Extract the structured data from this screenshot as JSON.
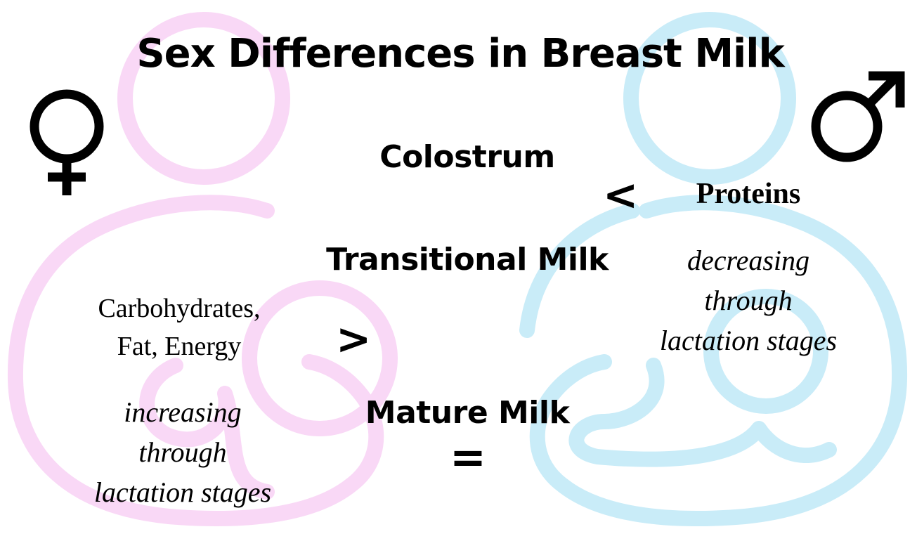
{
  "title": "Sex Differences in Breast Milk",
  "colors": {
    "female_accent": "#f9d8f6",
    "male_accent": "#c9ecf8",
    "text": "#000000"
  },
  "symbols": {
    "female": "female-symbol-icon",
    "male": "male-symbol-icon"
  },
  "stages": {
    "colostrum": "Colostrum",
    "transitional": "Transitional Milk",
    "mature": "Mature Milk"
  },
  "operators": {
    "colostrum": "<",
    "transitional": ">",
    "mature": "="
  },
  "female": {
    "nutrients_line1": "Carbohydrates,",
    "nutrients_line2": "Fat, Energy",
    "trend_line1": "increasing",
    "trend_line2": "through",
    "trend_line3": "lactation stages"
  },
  "male": {
    "nutrients": "Proteins",
    "trend_line1": "decreasing",
    "trend_line2": "through",
    "trend_line3": "lactation stages"
  }
}
